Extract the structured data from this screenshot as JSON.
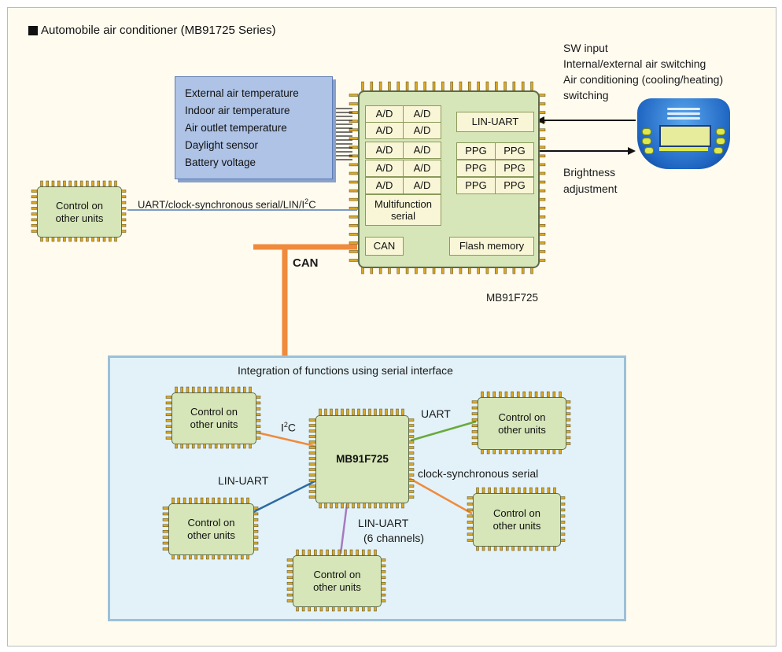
{
  "title": "Automobile air conditioner (MB91725 Series)",
  "sensors": [
    "External air temperature",
    "Indoor air temperature",
    "Air outlet temperature",
    "Daylight sensor",
    "Battery voltage"
  ],
  "main_chip": {
    "part_number": "MB91F725",
    "blocks": {
      "ad": "A/D",
      "ppg": "PPG",
      "lin_uart": "LIN-UART",
      "multifunction_serial_line1": "Multifunction",
      "multifunction_serial_line2": "serial",
      "can": "CAN",
      "flash": "Flash memory"
    }
  },
  "sw_input": {
    "lines": [
      "SW input",
      "Internal/external air switching",
      "Air conditioning (cooling/heating)",
      "switching"
    ]
  },
  "brightness": [
    "Brightness",
    "adjustment"
  ],
  "top_link": {
    "text_before": "UART/clock-synchronous serial/LIN/I",
    "sup": "2",
    "text_after": "C"
  },
  "unit_label": [
    "Control on",
    "other units"
  ],
  "can_label": "CAN",
  "board": {
    "title": "Integration of functions using serial interface",
    "center_chip": "MB91F725",
    "i2c": {
      "base": "I",
      "sup": "2",
      "after": "C"
    },
    "uart": "UART",
    "lin_uart": "LIN-UART",
    "clock_sync": "clock-synchronous serial",
    "lin_uart_6": [
      "LIN-UART",
      "(6 channels)"
    ]
  },
  "colors": {
    "can_bus": "#f08a3c",
    "i2c_line": "#f08a3c",
    "uart_line": "#6aaa3a",
    "lin_uart_line": "#2d6aa5",
    "clock_sync_line": "#f08a3c",
    "lin6_line": "#a879c0",
    "top_link_line": "#7d9bc2",
    "chip_fill": "#d6e6b8",
    "board_fill": "#e2f2f8"
  }
}
